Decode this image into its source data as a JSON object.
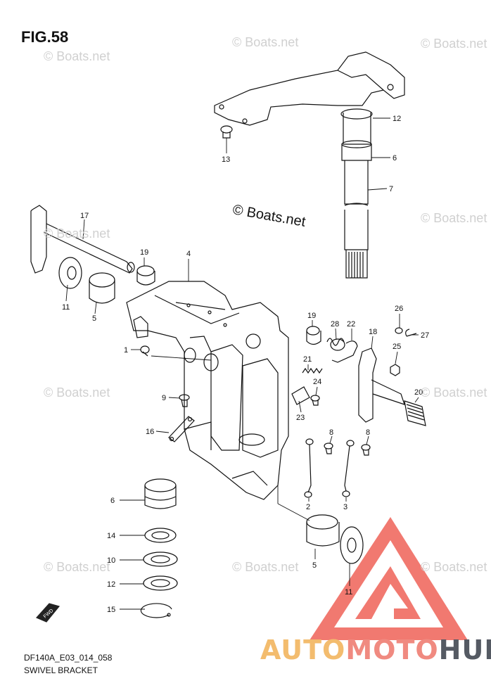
{
  "figure": {
    "title": "FIG.58",
    "code": "DF140A_E03_014_058",
    "name": "SWIVEL BRACKET"
  },
  "watermark": {
    "text": "© Boats.net",
    "center_text": "© Boats.net"
  },
  "brand": {
    "part1": "AUTO",
    "part2": "MOTO",
    "part3": "HUB",
    "colors": {
      "part1": "#f3bc6e",
      "part2": "#f08a80",
      "part3": "#555a63",
      "triangle": "#f06a60"
    }
  },
  "fwd_icon": "FWD",
  "callouts": [
    "12",
    "13",
    "6",
    "7",
    "17",
    "19",
    "4",
    "11",
    "5",
    "1",
    "19",
    "28",
    "22",
    "26",
    "27",
    "18",
    "25",
    "21",
    "24",
    "20",
    "9",
    "23",
    "16",
    "8",
    "8",
    "2",
    "3",
    "6",
    "14",
    "10",
    "12",
    "15",
    "5",
    "11"
  ]
}
